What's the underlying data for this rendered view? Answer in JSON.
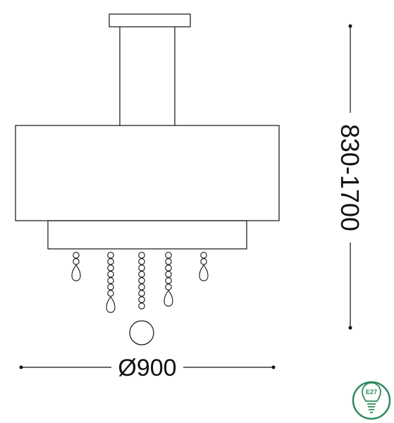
{
  "dimensions": {
    "diameter": "Ø900",
    "height": "830-1700"
  },
  "bulb_badge": {
    "label": "E27",
    "icon": "bulb-icon"
  },
  "colors": {
    "line": "#111111",
    "badge": "#2f8a5a",
    "background": "#ffffff"
  }
}
